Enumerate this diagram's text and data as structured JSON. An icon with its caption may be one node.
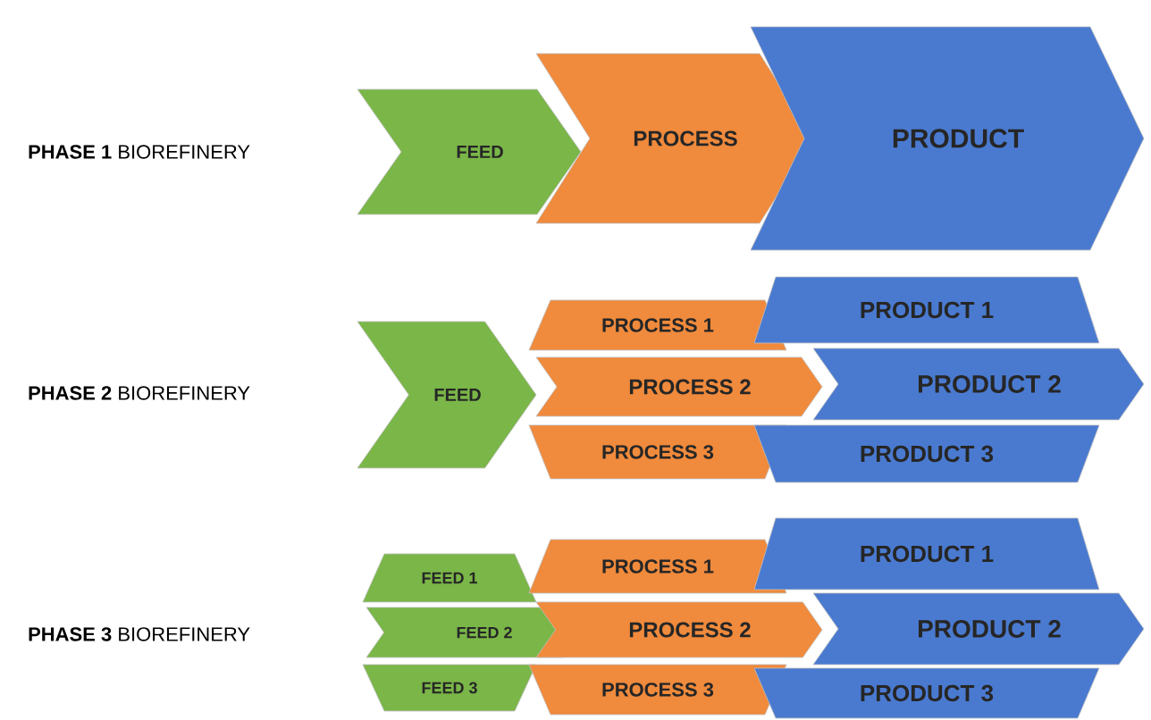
{
  "diagram": {
    "nodes": [
      {
        "text": [
          "FEED"
        ]
      },
      {
        "text": [
          "PROCESS"
        ]
      },
      {
        "text": [
          "PRODUCT"
        ]
      },
      {
        "text": [
          "FEED"
        ]
      },
      {
        "text": [
          "PROCESS 1"
        ]
      },
      {
        "text": [
          "PROCESS 2"
        ]
      },
      {
        "text": [
          "PROCESS 3"
        ]
      },
      {
        "text": [
          "PRODUCT 1"
        ]
      },
      {
        "text": [
          "PRODUCT 2"
        ]
      },
      {
        "text": [
          "PRODUCT 3"
        ]
      },
      {
        "text": [
          "FEED 1"
        ]
      },
      {
        "text": [
          "FEED 2"
        ]
      },
      {
        "text": [
          "FEED 3"
        ]
      },
      {
        "text": [
          "PROCESS 1"
        ]
      },
      {
        "text": [
          "PROCESS 2"
        ]
      },
      {
        "text": [
          "PROCESS 3"
        ]
      },
      {
        "text": [
          "PRODUCT 1"
        ]
      },
      {
        "text": [
          "PRODUCT 2"
        ]
      },
      {
        "text": [
          "PRODUCT 3"
        ]
      }
    ],
    "labels": [
      "**PHASE 1** BIOREFINERY",
      "**PHASE 2** BIOREFINERY",
      "**PHASE 3** BIOREFINERY"
    ]
  }
}
